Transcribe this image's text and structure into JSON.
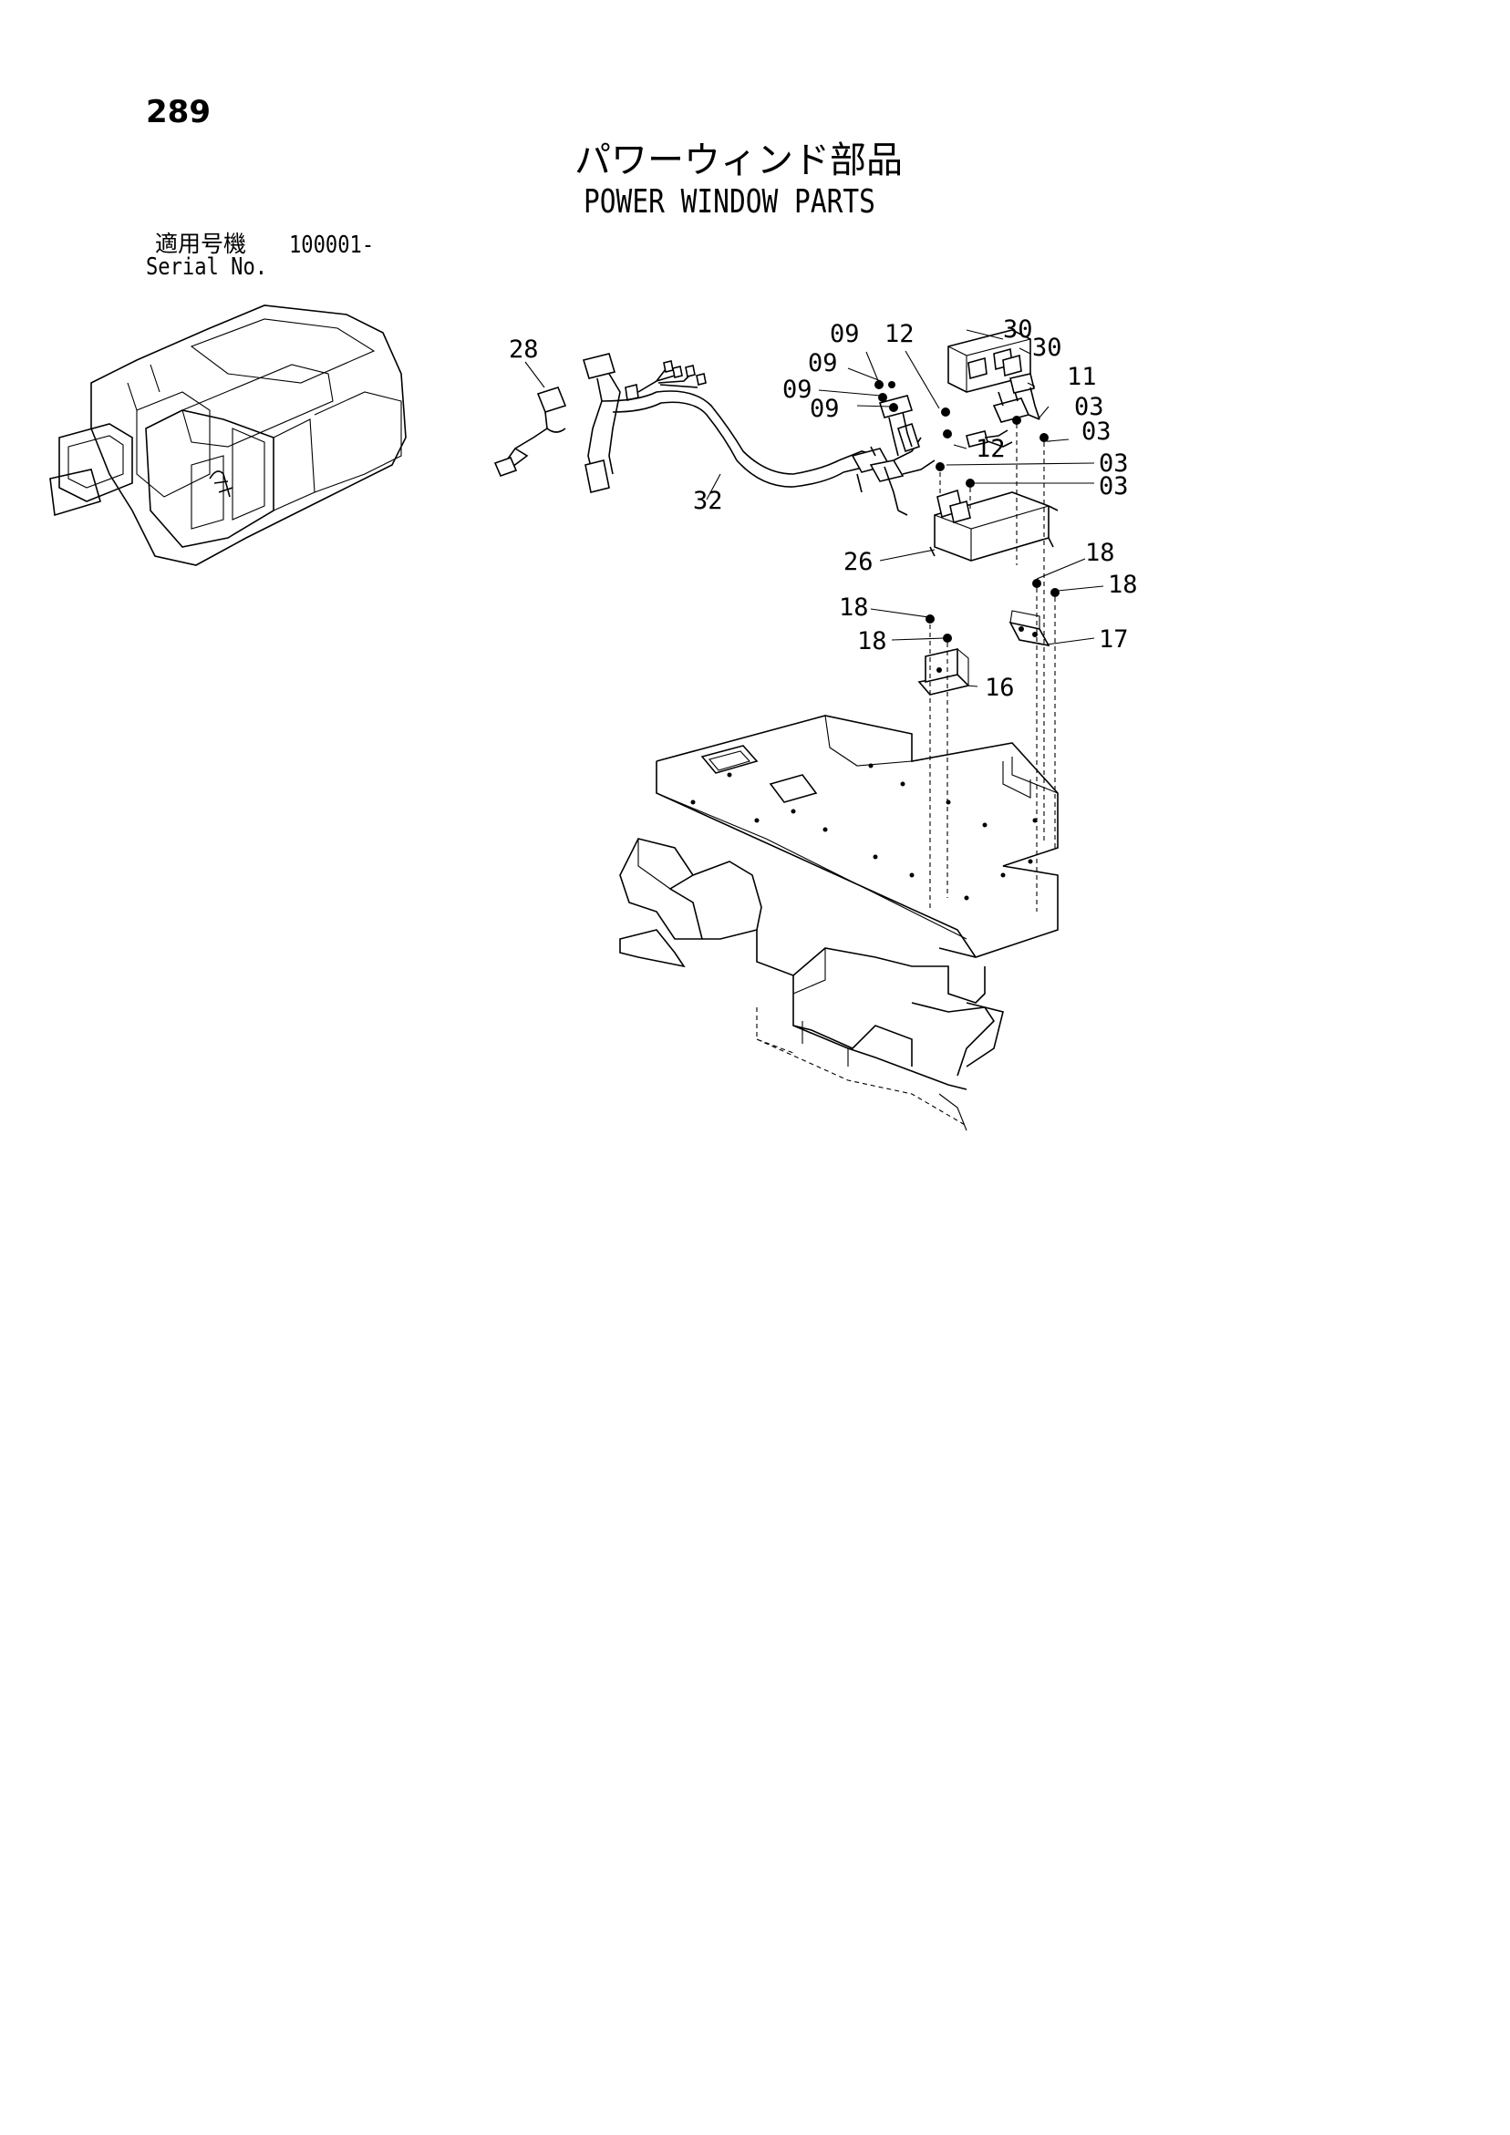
{
  "page": {
    "number": "289",
    "title_ja": "パワーウィンド部品",
    "title_en": "POWER WINDOW PARTS",
    "serial_label_ja": "適用号機",
    "serial_value": "100001-",
    "serial_label_en": "Serial No."
  },
  "callouts": [
    {
      "id": "c28",
      "label": "28"
    },
    {
      "id": "c32",
      "label": "32"
    },
    {
      "id": "c09a",
      "label": "09"
    },
    {
      "id": "c12a",
      "label": "12"
    },
    {
      "id": "c30a",
      "label": "30"
    },
    {
      "id": "c30b",
      "label": "30"
    },
    {
      "id": "c09b",
      "label": "09"
    },
    {
      "id": "c09c",
      "label": "09"
    },
    {
      "id": "c09d",
      "label": "09"
    },
    {
      "id": "c11",
      "label": "11"
    },
    {
      "id": "c03a",
      "label": "03"
    },
    {
      "id": "c03b",
      "label": "03"
    },
    {
      "id": "c12b",
      "label": "12"
    },
    {
      "id": "c03c",
      "label": "03"
    },
    {
      "id": "c03d",
      "label": "03"
    },
    {
      "id": "c26",
      "label": "26"
    },
    {
      "id": "c18a",
      "label": "18"
    },
    {
      "id": "c18b",
      "label": "18"
    },
    {
      "id": "c18c",
      "label": "18"
    },
    {
      "id": "c18d",
      "label": "18"
    },
    {
      "id": "c17",
      "label": "17"
    },
    {
      "id": "c16",
      "label": "16"
    }
  ]
}
